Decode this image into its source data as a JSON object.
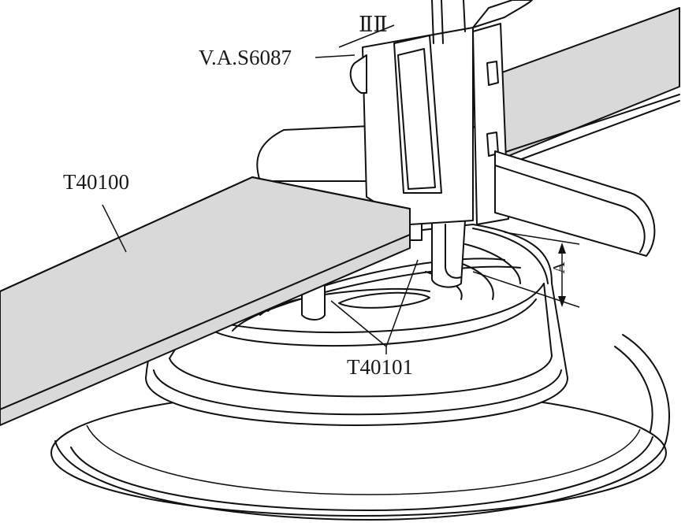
{
  "labels": {
    "gauge": "V.A.S6087",
    "ruler": "T40100",
    "spacers": "T40101",
    "dimension": "A"
  },
  "marks": {
    "gauge_ticks": "ⅡⅡ",
    "colors": {
      "ink": "#111111",
      "bar_fill": "#d9d9d9",
      "background": "#ffffff"
    }
  }
}
